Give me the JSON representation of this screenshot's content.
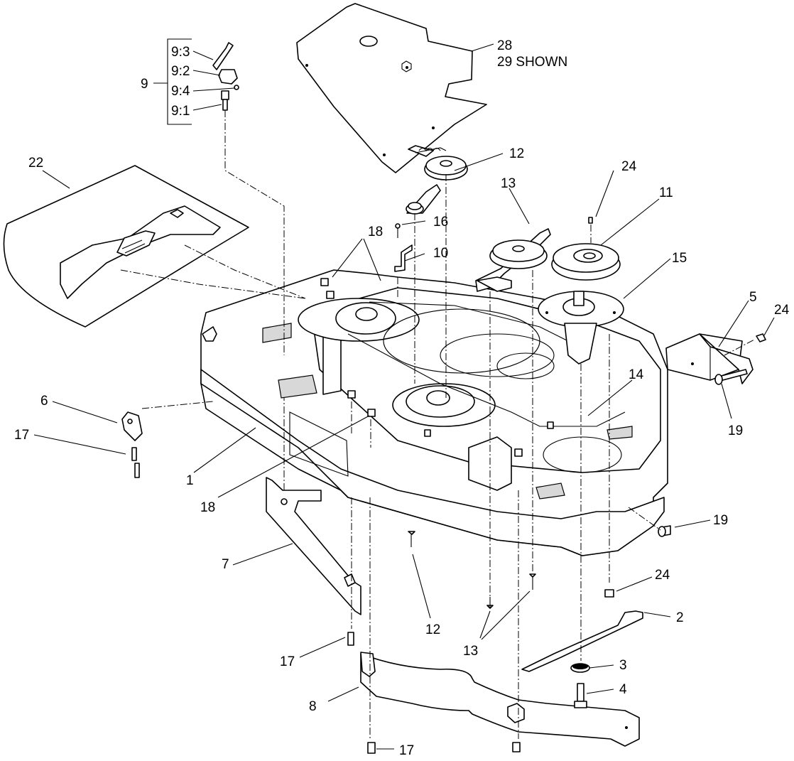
{
  "diagram": {
    "callouts": {
      "c1": "1",
      "c2": "2",
      "c3": "3",
      "c4": "4",
      "c5": "5",
      "c6": "6",
      "c7": "7",
      "c8": "8",
      "c9": "9",
      "c9_1": "9:1",
      "c9_2": "9:2",
      "c9_3": "9:3",
      "c9_4": "9:4",
      "c10": "10",
      "c11": "11",
      "c12a": "12",
      "c12b": "12",
      "c13a": "13",
      "c13b": "13",
      "c14": "14",
      "c15": "15",
      "c16": "16",
      "c17a": "17",
      "c17b": "17",
      "c17c": "17",
      "c18a": "18",
      "c18b": "18",
      "c19a": "19",
      "c19b": "19",
      "c22": "22",
      "c24a": "24",
      "c24b": "24",
      "c24c": "24",
      "c28": "28",
      "c29": "29 SHOWN"
    }
  }
}
